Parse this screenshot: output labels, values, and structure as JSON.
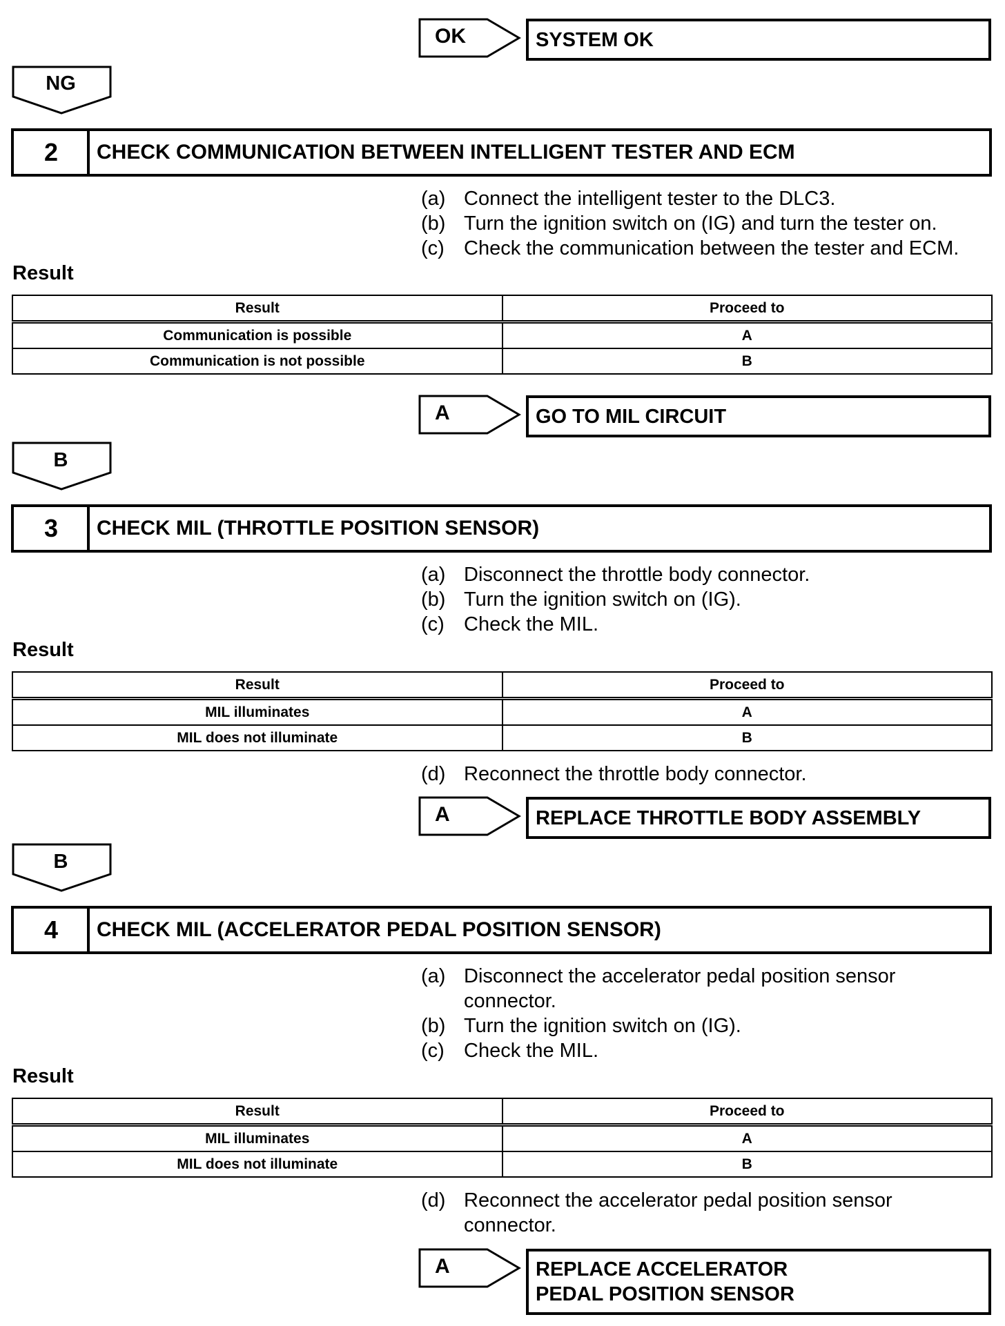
{
  "flow": {
    "step1_ok": {
      "branch": "OK",
      "result": "SYSTEM OK"
    },
    "step1_ng": {
      "branch": "NG"
    },
    "step2": {
      "number": "2",
      "title": "CHECK COMMUNICATION BETWEEN INTELLIGENT TESTER AND ECM",
      "instructions": [
        {
          "letter": "(a)",
          "text": "Connect the intelligent tester to the DLC3."
        },
        {
          "letter": "(b)",
          "text": "Turn the ignition switch on (IG) and turn the tester on."
        },
        {
          "letter": "(c)",
          "text": "Check the communication between the tester and ECM."
        }
      ],
      "result_heading": "Result",
      "table": {
        "headers": [
          "Result",
          "Proceed to"
        ],
        "rows": [
          [
            "Communication is possible",
            "A"
          ],
          [
            "Communication is not possible",
            "B"
          ]
        ]
      },
      "branch_a": {
        "label": "A",
        "result": "GO TO MIL CIRCUIT"
      },
      "branch_b": {
        "label": "B"
      }
    },
    "step3": {
      "number": "3",
      "title": "CHECK MIL (THROTTLE POSITION SENSOR)",
      "instructions": [
        {
          "letter": "(a)",
          "text": "Disconnect the throttle body connector."
        },
        {
          "letter": "(b)",
          "text": "Turn the ignition switch on (IG)."
        },
        {
          "letter": "(c)",
          "text": "Check the MIL."
        }
      ],
      "result_heading": "Result",
      "table": {
        "headers": [
          "Result",
          "Proceed to"
        ],
        "rows": [
          [
            "MIL illuminates",
            "A"
          ],
          [
            "MIL does not illuminate",
            "B"
          ]
        ]
      },
      "after": {
        "letter": "(d)",
        "text": "Reconnect the throttle body connector."
      },
      "branch_a": {
        "label": "A",
        "result": "REPLACE THROTTLE BODY ASSEMBLY"
      },
      "branch_b": {
        "label": "B"
      }
    },
    "step4": {
      "number": "4",
      "title": "CHECK MIL (ACCELERATOR PEDAL POSITION SENSOR)",
      "instructions": [
        {
          "letter": "(a)",
          "text": "Disconnect the accelerator pedal position sensor connector."
        },
        {
          "letter": "(b)",
          "text": "Turn the ignition switch on (IG)."
        },
        {
          "letter": "(c)",
          "text": "Check the MIL."
        }
      ],
      "result_heading": "Result",
      "table": {
        "headers": [
          "Result",
          "Proceed to"
        ],
        "rows": [
          [
            "MIL illuminates",
            "A"
          ],
          [
            "MIL does not illuminate",
            "B"
          ]
        ]
      },
      "after": {
        "letter": "(d)",
        "text": "Reconnect the accelerator pedal position sensor connector."
      },
      "branch_a": {
        "label": "A",
        "result": "REPLACE ACCELERATOR PEDAL POSITION SENSOR"
      }
    }
  }
}
